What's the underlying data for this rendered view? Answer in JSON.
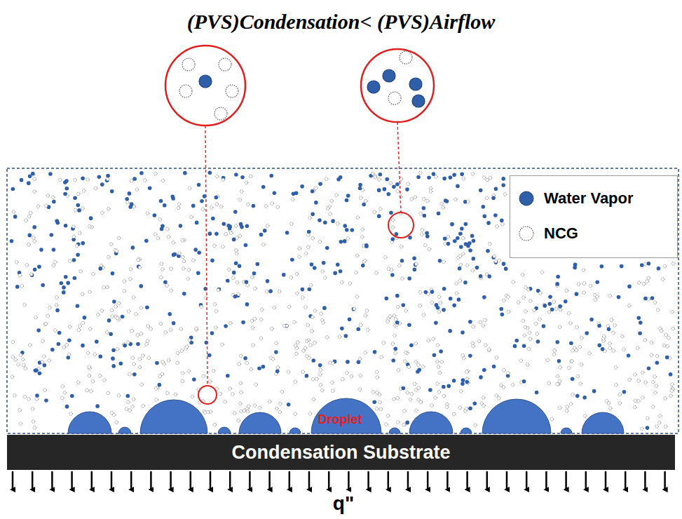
{
  "diagram": {
    "title": "(PVS)Condensation< (PVS)Airflow",
    "nodes": [
      {
        "text": [
          "Condensation Substrate"
        ]
      }
    ],
    "labels": [
      "Droplet",
      "q\""
    ],
    "legend": [
      {
        "text": "Water Vapor",
        "color": "#2f5fa8"
      },
      {
        "text": "NCG"
      }
    ]
  }
}
